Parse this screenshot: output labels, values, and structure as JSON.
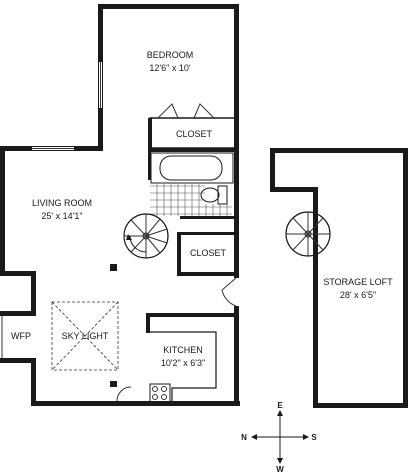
{
  "rooms": {
    "bedroom": {
      "name": "BEDROOM",
      "size": "12'6\" x 10'"
    },
    "closet_top": {
      "name": "CLOSET"
    },
    "living_room": {
      "name": "LIVING ROOM",
      "size": "25' x 14'1\""
    },
    "closet_mid": {
      "name": "CLOSET"
    },
    "wfp": {
      "name": "WFP"
    },
    "skylight": {
      "name": "SKY LIGHT"
    },
    "kitchen": {
      "name": "KITCHEN",
      "size": "10'2\" x 6'3\""
    },
    "storage_loft": {
      "name": "STORAGE LOFT",
      "size": "28' x 6'5\""
    }
  },
  "compass": {
    "north": "N",
    "south": "S",
    "east": "E",
    "west": "W"
  },
  "colors": {
    "wall": "#1a1a1a",
    "floor_grid": "#555555",
    "background": "#ffffff"
  }
}
